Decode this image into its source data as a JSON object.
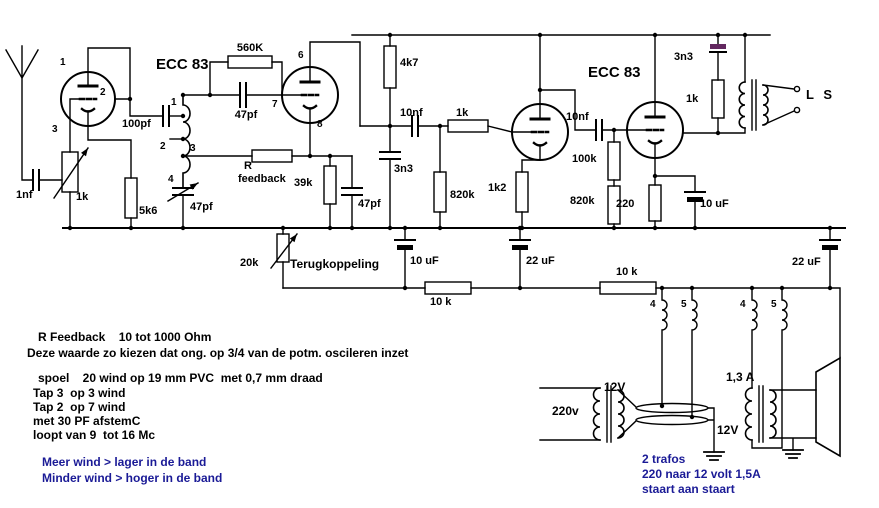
{
  "schematic": {
    "tubes": {
      "tube1": "ECC 83",
      "tube2": "ECC 83"
    },
    "components": {
      "antenna_cap": "1nf",
      "input_pot": "1k",
      "cathode_r1": "5k6",
      "grid_cap": "100pf",
      "tank_cap": "47pf",
      "grid_leak_r": "560K",
      "grid_leak_cap": "47pf",
      "feedback_r_l1": "R",
      "feedback_r_l2": "feedback",
      "r_39k": "39k",
      "c_47pf_bypass": "47pf",
      "r_4k7": "4k7",
      "c_3n3_filter": "3n3",
      "c_10nf_1": "10nf",
      "r_1k_stopper": "1k",
      "r_820k_1": "820k",
      "r_1k2": "1k2",
      "c_10nf_2": "10nf",
      "r_100k": "100k",
      "r_820k_2": "820k",
      "r_220": "220",
      "c_10uf_2": "10 uF",
      "c_3n3_out": "3n3",
      "r_1k_out": "1k",
      "speaker": "L S",
      "pot_20k": "20k",
      "pot_20k_caption": "Terugkoppeling",
      "c_10uf_1": "10 uF",
      "c_22uf_1": "22 uF",
      "r_10k_1": "10 k",
      "r_10k_2": "10 k",
      "c_22uf_2": "22 uF"
    },
    "pins": {
      "t1_1": "1",
      "t1_2": "2",
      "t1_3": "3",
      "t2_6": "6",
      "t2_7": "7",
      "t2_8": "8",
      "coil_1": "1",
      "coil_2": "2",
      "coil_3": "3",
      "coil_4": "4",
      "heater1_4": "4",
      "heater1_5": "5",
      "heater2_4": "4",
      "heater2_5": "5"
    },
    "power": {
      "primary": "220v",
      "sec1": "12V",
      "sec2": "12V",
      "fuse": "1,3 A"
    },
    "notes_left": [
      "R Feedback    10 tot 1000 Ohm",
      "Deze waarde zo kiezen dat ong. op 3/4 van de potm. oscileren inzet",
      "spoel    20 wind op 19 mm PVC  met 0,7 mm draad",
      "Tap 3  op 3 wind",
      "Tap 2  op 7 wind",
      "met 30 PF afstemC",
      "loopt van 9  tot 16 Mc"
    ],
    "notes_blue": [
      "Meer wind > lager in de band",
      "Minder wind > hoger in de band"
    ],
    "notes_right": [
      "2 trafos",
      "220 naar 12 volt 1,5A",
      "staart aan staart"
    ],
    "colors": {
      "wire": "#000000",
      "note_blue": "#1a1a96",
      "cap_accent": "#62275f"
    }
  }
}
